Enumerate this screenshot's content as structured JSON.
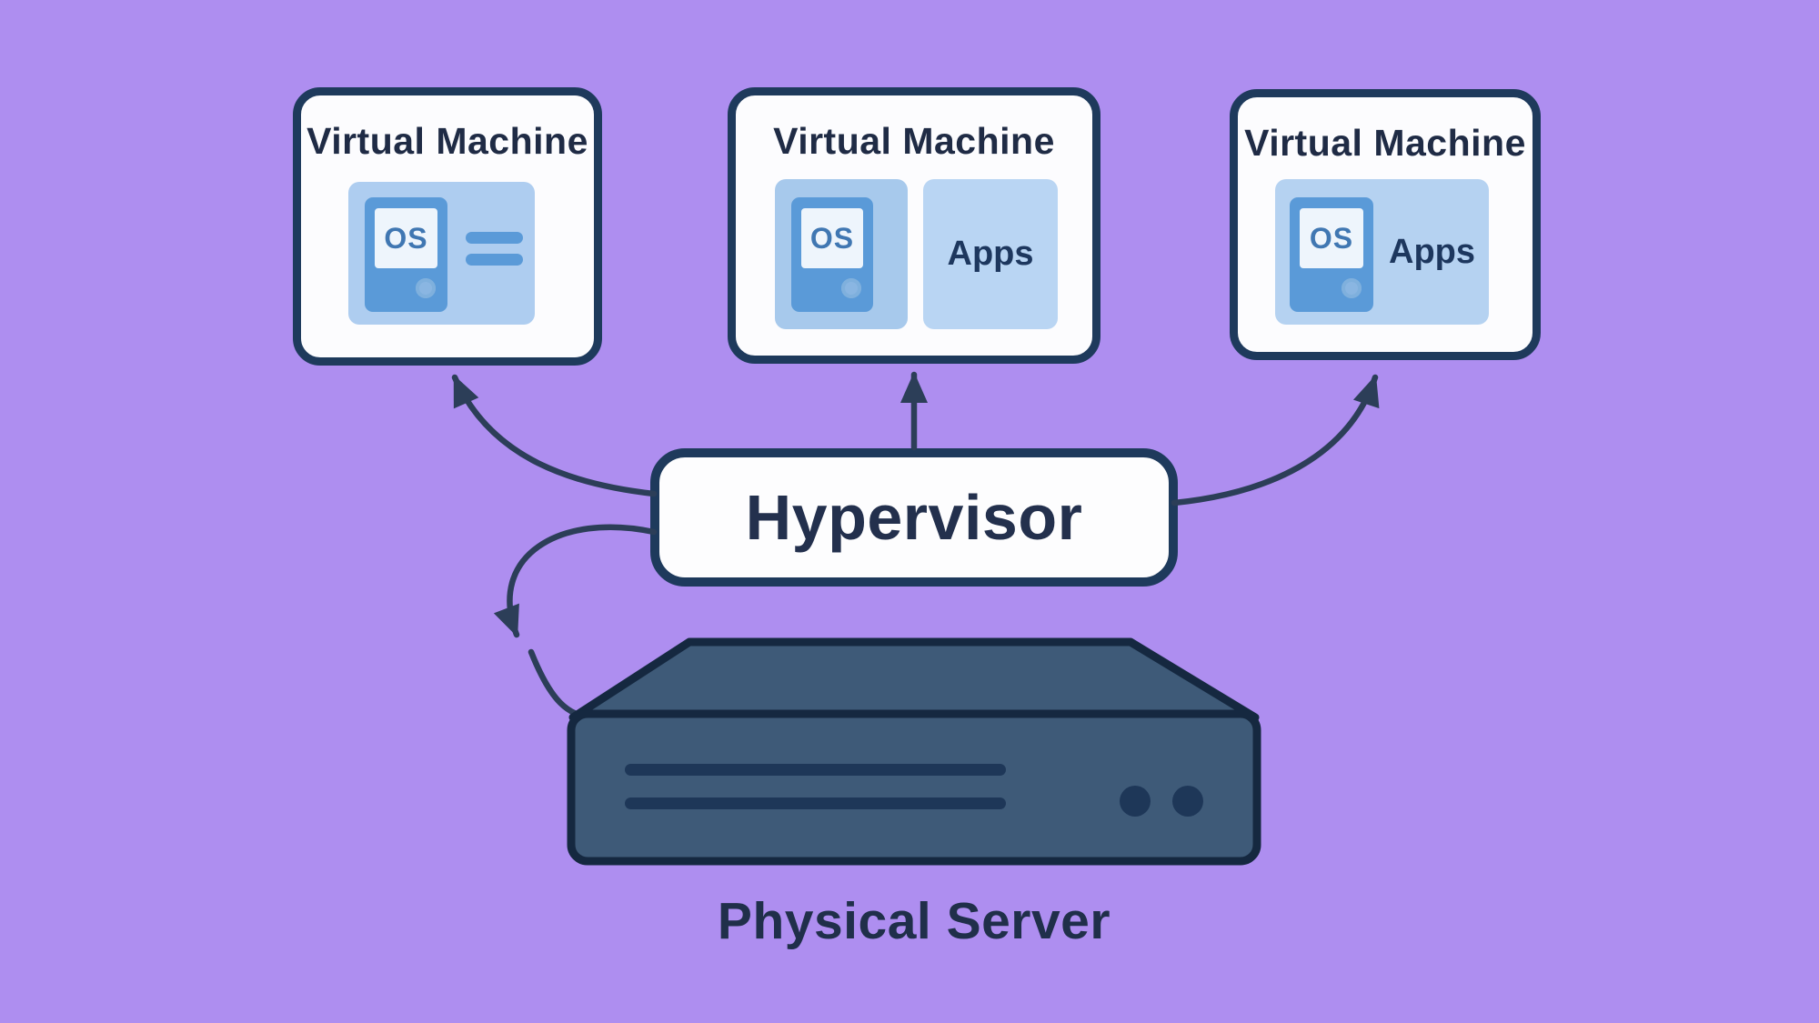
{
  "diagram": {
    "vms": [
      {
        "title": "Virtual Machine",
        "os_label": "OS",
        "content": "os-with-text-lines"
      },
      {
        "title": "Virtual Machine",
        "os_label": "OS",
        "apps_label": "Apps",
        "content": "os-and-apps-split-panels"
      },
      {
        "title": "Virtual Machine",
        "os_label": "OS",
        "apps_label": "Apps",
        "content": "os-and-apps-single-panel"
      }
    ],
    "hypervisor": {
      "label": "Hypervisor"
    },
    "server": {
      "label": "Physical Server"
    },
    "colors": {
      "background": "#ae8ef0",
      "box_fill": "#fcfcfe",
      "box_border": "#1e3a5c",
      "panel_blue": "#aecdf0",
      "panel_blue_dark": "#a7c9ec",
      "panel_blue_light": "#b9d5f3",
      "icon_blue": "#5a9ad8",
      "icon_screen": "#eef5fc",
      "os_text_blue": "#4077b2",
      "apps_text": "#1d375e",
      "title_text": "#1f2b45",
      "hypervisor_text": "#23304d",
      "server_fill": "#3e5a78",
      "server_outline": "#152840",
      "server_detail": "#1e3758",
      "arrow": "#2c3e58"
    }
  }
}
